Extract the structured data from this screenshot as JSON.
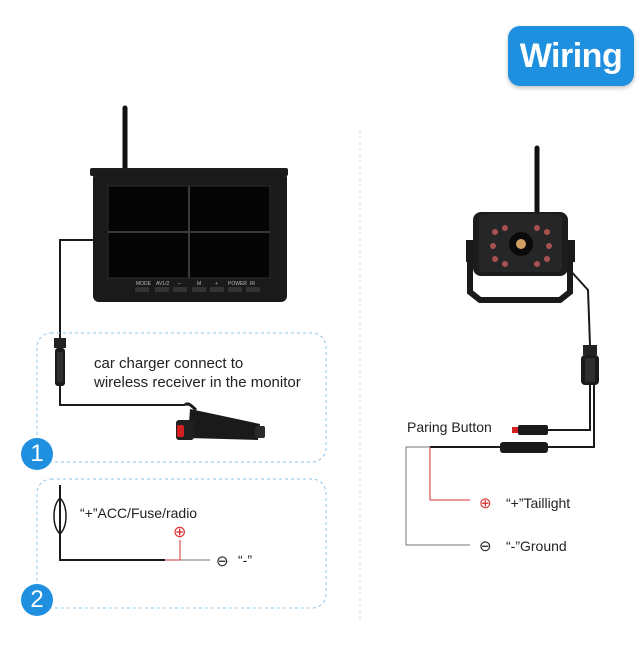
{
  "header": {
    "title": "Wiring"
  },
  "monitor": {
    "buttons": [
      "MODE",
      "AV1/2",
      "–",
      "M",
      "+",
      "POWER",
      "IR"
    ]
  },
  "section1": {
    "number": "1",
    "text_line1": "car charger connect to",
    "text_line2": "wireless receiver in the monitor"
  },
  "section2": {
    "number": "2",
    "acc_label": "“+”ACC/Fuse/radio",
    "neg_label": "“-”",
    "plus_symbol": "⊕",
    "minus_symbol": "⊖"
  },
  "camera_side": {
    "pairing_label": "Paring Button",
    "taillight_label": "“+”Taillight",
    "ground_label": "“-”Ground",
    "plus_symbol": "⊕",
    "minus_symbol": "⊖"
  },
  "colors": {
    "accent": "#1f8fe0",
    "positive_wire": "#d93030",
    "cable": "#1a1a1a",
    "dashed_box": "#8fc4ea"
  }
}
